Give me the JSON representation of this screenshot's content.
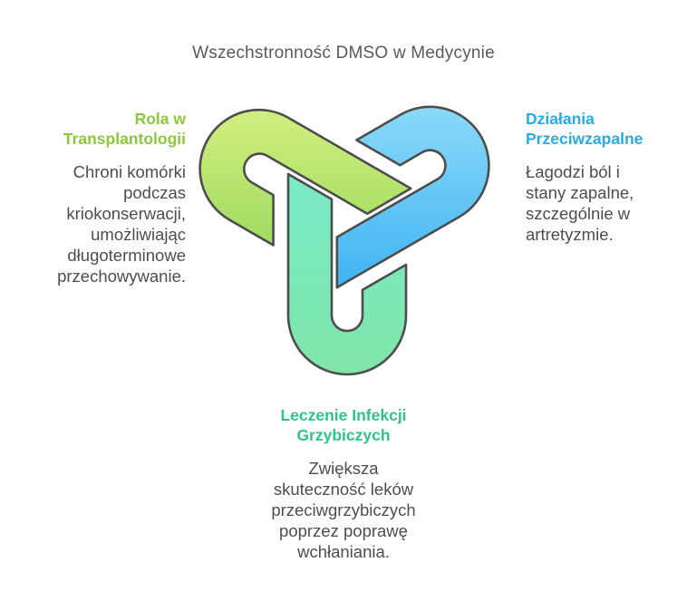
{
  "title": "Wszechstronność DMSO w Medycynie",
  "colors": {
    "title": "#58595b",
    "body": "#4d4d4d"
  },
  "nodes": [
    {
      "id": "rola-w-transplantologii",
      "heading": "Rola w\nTransplantologii",
      "body": "Chroni komórki\npodczas\nkriokonserwacji,\numożliwiając\ndługoterminowe\nprzechowywanie.",
      "color": "#8dc63f"
    },
    {
      "id": "dzialania-przeciwzapalne",
      "heading": "Działania\nPrzeciwzapalne",
      "body": "Łagodzi ból i\nstany zapalne,\nszczególnie w\nartretyzmie.",
      "color": "#29abe2"
    },
    {
      "id": "leczenie-infekcji-grzybiczych",
      "heading": "Leczenie Infekcji\nGrzybiczych",
      "body": "Zwiększa\nskuteczność leków\nprzeciwgrzybiczych\npoprzez poprawę\nwchłaniania.",
      "color": "#2fc38b"
    }
  ],
  "knot": {
    "outline": "#4d4d4d",
    "loops": [
      {
        "name": "transplantology-loop",
        "gradient_from": "#d6f083",
        "gradient_to": "#9edb5f"
      },
      {
        "name": "anti-inflammatory-loop",
        "gradient_from": "#8edbf8",
        "gradient_to": "#3fb3f3"
      },
      {
        "name": "antifungal-loop",
        "gradient_from": "#79ebc9",
        "gradient_to": "#80e6a8"
      }
    ]
  }
}
